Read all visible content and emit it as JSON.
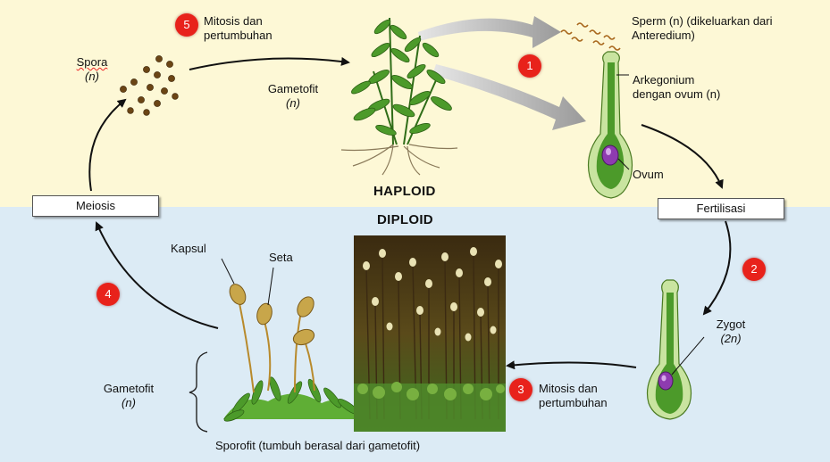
{
  "zones": {
    "haploid": "HAPLOID",
    "diploid": "DIPLOID"
  },
  "boxes": {
    "meiosis": "Meiosis",
    "fertilization": "Fertilisasi"
  },
  "steps": [
    "1",
    "2",
    "3",
    "4",
    "5"
  ],
  "labels": {
    "step5_line1": "Mitosis dan",
    "step5_line2": "pertumbuhan",
    "spore": "Spora",
    "spore_n": "(n)",
    "gametophyte_top": "Gametofit",
    "gametophyte_top_n": "(n)",
    "sperm_line1": "Sperm (n) (dikeluarkan dari",
    "sperm_line2": "Anteredium)",
    "archegonium_line1": "Arkegonium",
    "archegonium_line2": "dengan ovum (n)",
    "ovum": "Ovum",
    "zygote": "Zygot",
    "zygote_2n": "(2n)",
    "step3_line1": "Mitosis dan",
    "step3_line2": "pertumbuhan",
    "capsule": "Kapsul",
    "seta": "Seta",
    "gametophyte_bottom": "Gametofit",
    "gametophyte_bottom_n": "(n)",
    "sporophyte": "Sporofit (tumbuh berasal dari gametofit)"
  },
  "colors": {
    "haploid_bg": "#fdf8d6",
    "diploid_bg": "#dcebf5",
    "step_marker": "#e8221b",
    "moss_green": "#4c9a2a",
    "capsule": "#c8a64a",
    "ovum": "#8e3bb0"
  }
}
